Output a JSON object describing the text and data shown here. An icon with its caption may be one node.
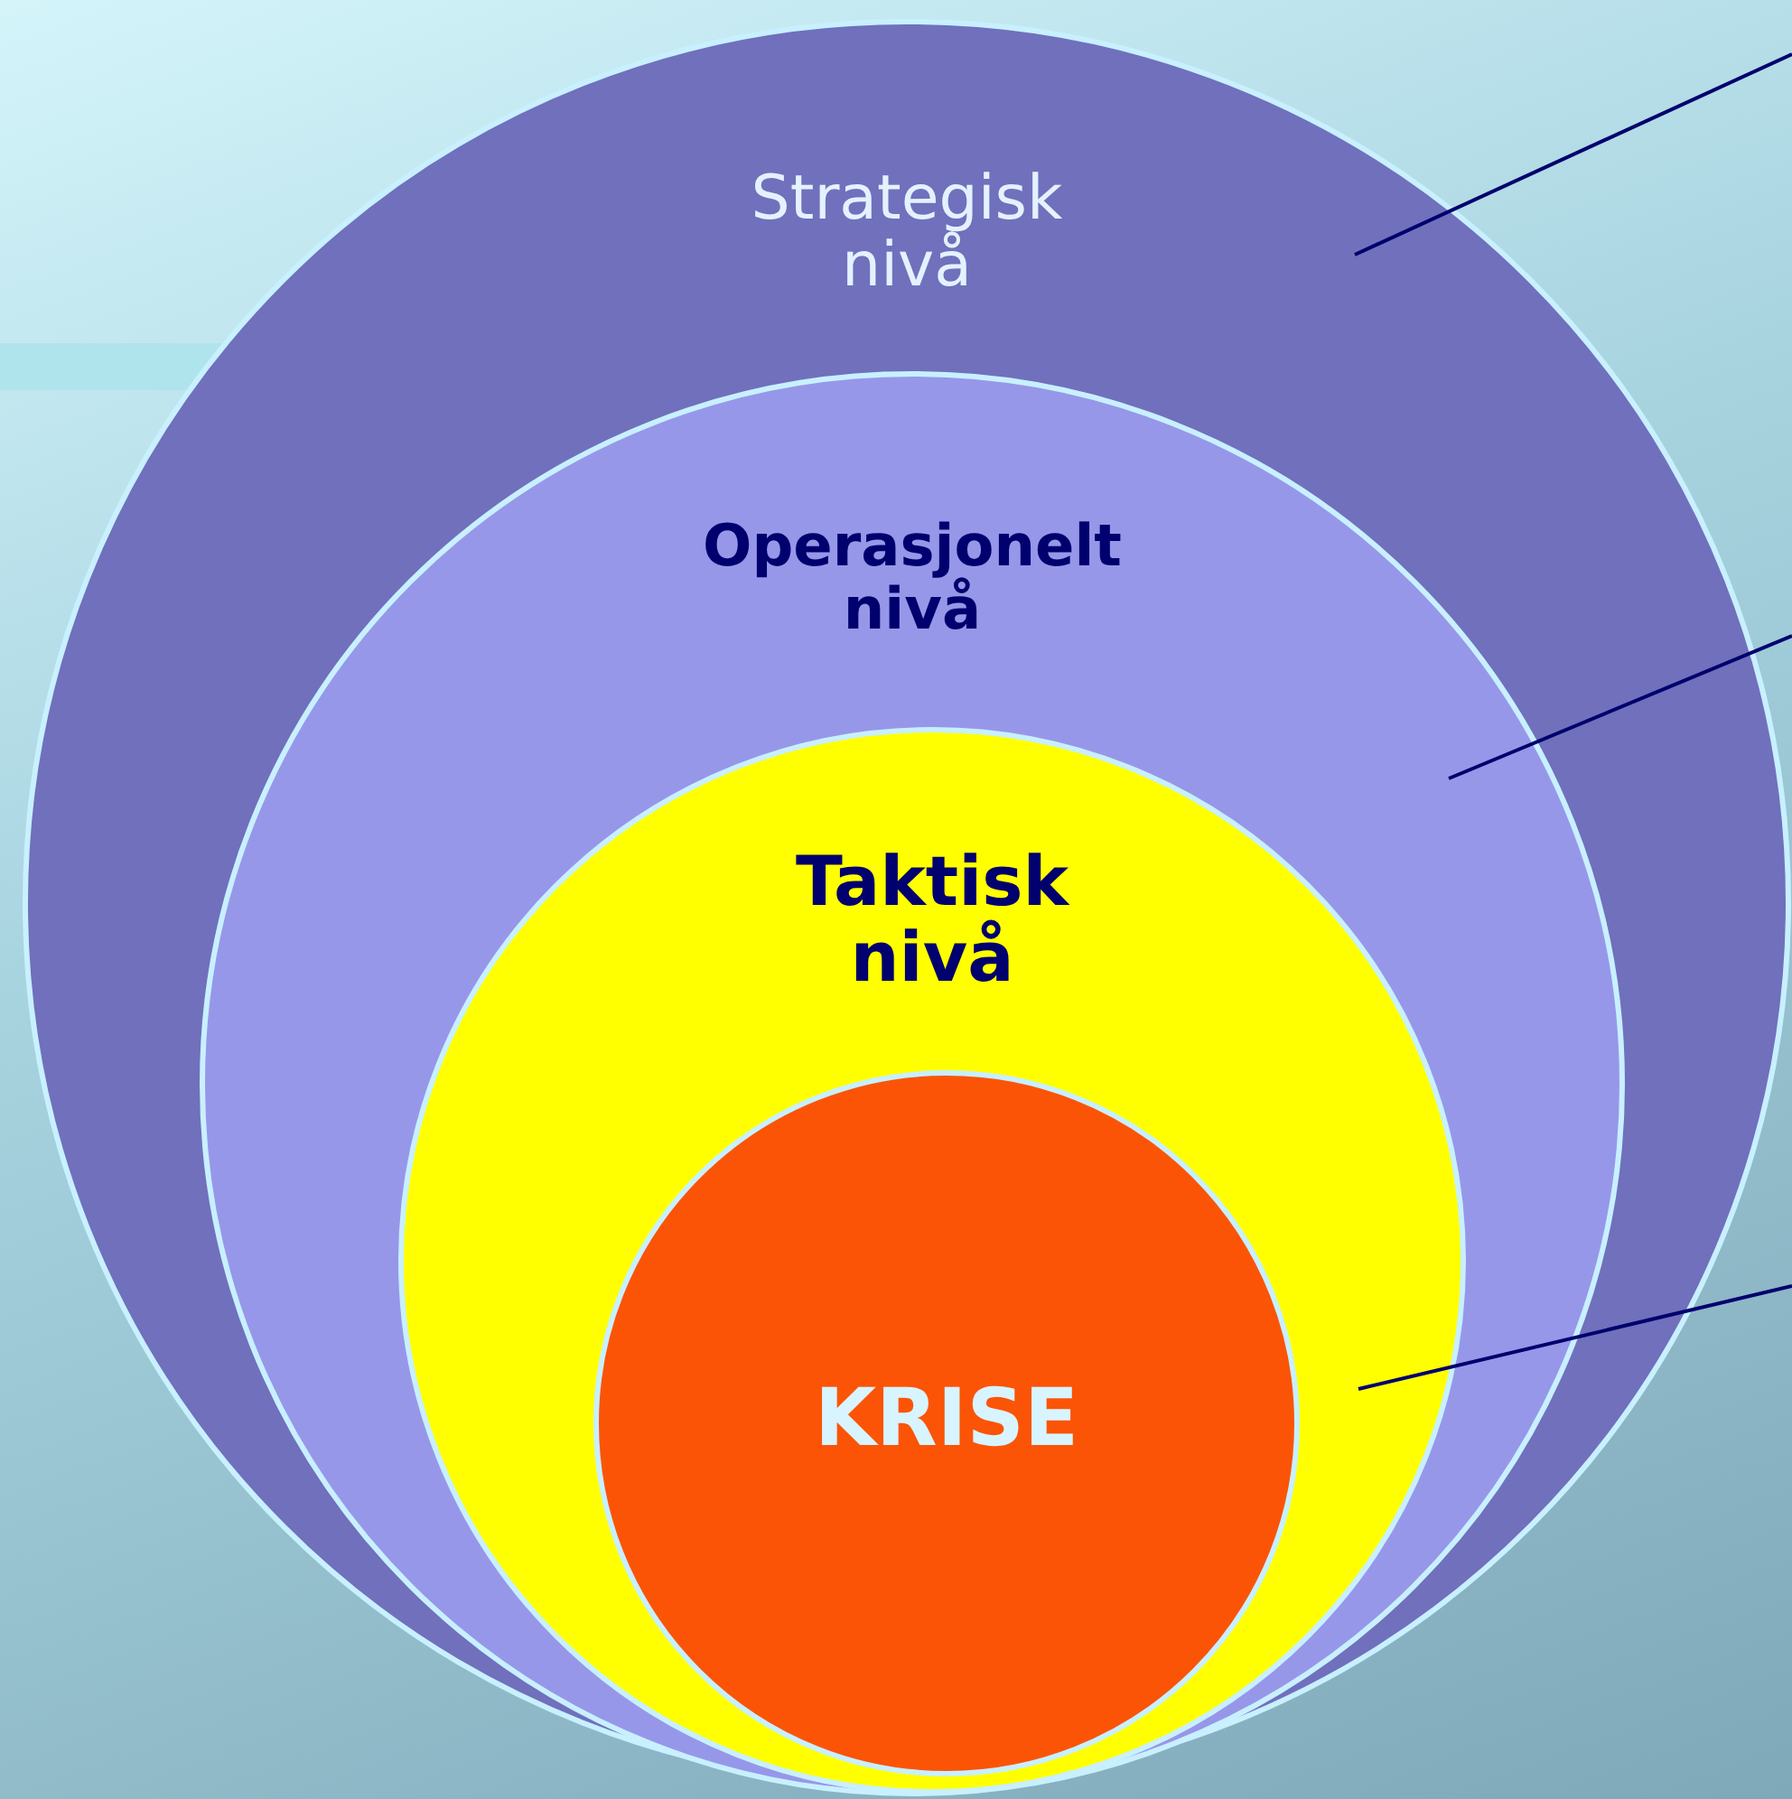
{
  "diagram": {
    "nodes": [
      {
        "text": [
          "Strategisk nivå"
        ]
      },
      {
        "text": [
          "Operasjonelt nivå"
        ],
        "in": 0
      },
      {
        "text": [
          "Taktisk nivå"
        ],
        "in": 1
      },
      {
        "text": [
          "KRISE"
        ],
        "in": 2
      }
    ],
    "edges": [
      {
        "from": null,
        "to": 0,
        "arrow": "none"
      },
      {
        "from": null,
        "to": 1,
        "arrow": "none"
      },
      {
        "from": null,
        "to": 2,
        "arrow": "none"
      }
    ]
  }
}
